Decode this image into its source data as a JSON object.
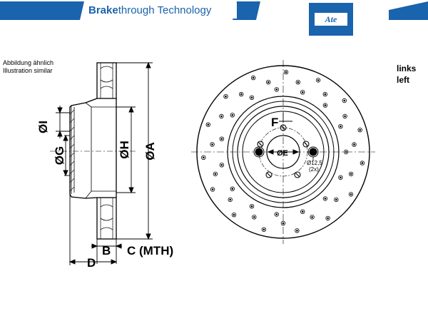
{
  "header": {
    "brand_bold": "Brake",
    "brand_rest": "through Technology",
    "logo_text": "Ate",
    "accent_color": "#1a63ad"
  },
  "note": {
    "line1": "Abbildung ähnlich",
    "line2": "Illustration similar"
  },
  "side_label": {
    "line1": "links",
    "line2": "left"
  },
  "dimensions": {
    "I": "ØI",
    "G": "ØG",
    "H": "ØH",
    "A": "ØA",
    "B": "B",
    "C": "C (MTH)",
    "D": "D",
    "E": "ØE",
    "F": "F",
    "hole_size": "Ø12,5",
    "hole_count": "(2x)"
  }
}
